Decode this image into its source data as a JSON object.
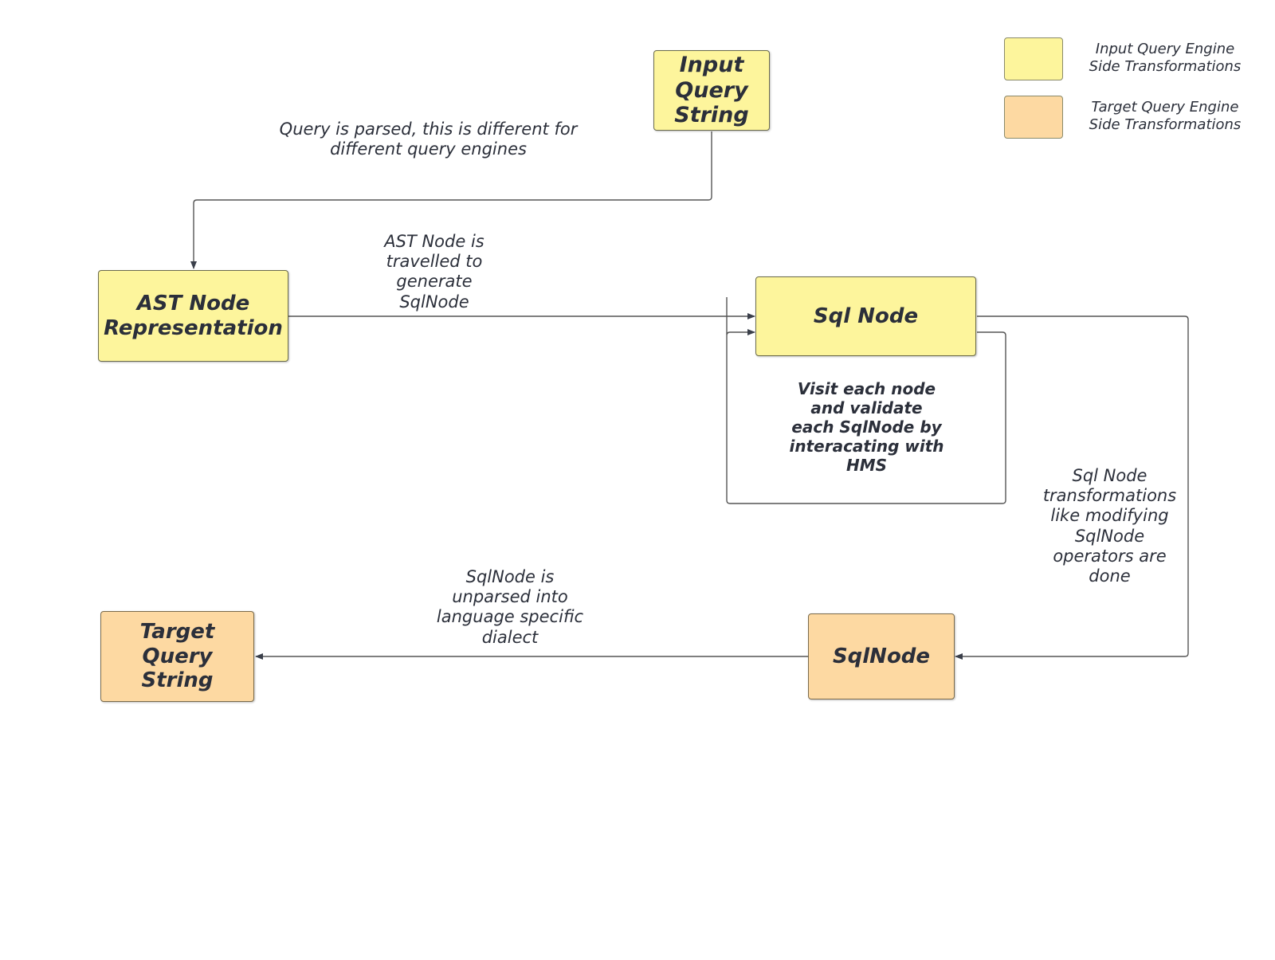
{
  "colors": {
    "input_side": "#fdf59c",
    "target_side": "#fdd9a2",
    "edge": "#555555"
  },
  "legend": {
    "input_side_label": "Input Query Engine\nSide Transformations",
    "target_side_label": "Target Query Engine\nSide Transformations"
  },
  "nodes": {
    "input_query_string": "Input\nQuery\nString",
    "ast_node": "AST Node\nRepresentation",
    "sql_node": "Sql Node",
    "sqlnode_target": "SqlNode",
    "target_query_string": "Target\nQuery\nString"
  },
  "edges": {
    "parse_label": "Query is parsed, this is different for\ndifferent query engines",
    "ast_to_sql_label": "AST Node is\ntravelled to\ngenerate\nSqlNode",
    "validate_label": "Visit each node\nand validate\neach SqlNode by\ninteracating with\nHMS",
    "transform_label": "Sql Node\ntransformations\nlike modifying\nSqlNode\noperators are\ndone",
    "unparse_label": "SqlNode is\nunparsed into\nlanguage specific\ndialect"
  }
}
